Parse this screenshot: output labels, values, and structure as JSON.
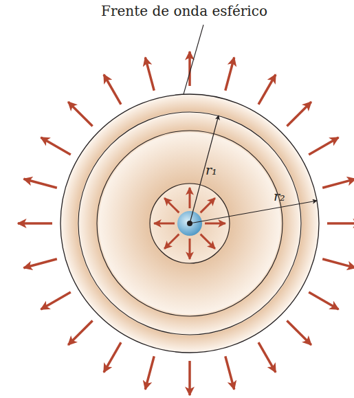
{
  "diagram": {
    "labels": [
      "Frente de onda esférico",
      "r₁",
      "r₂"
    ]
  }
}
